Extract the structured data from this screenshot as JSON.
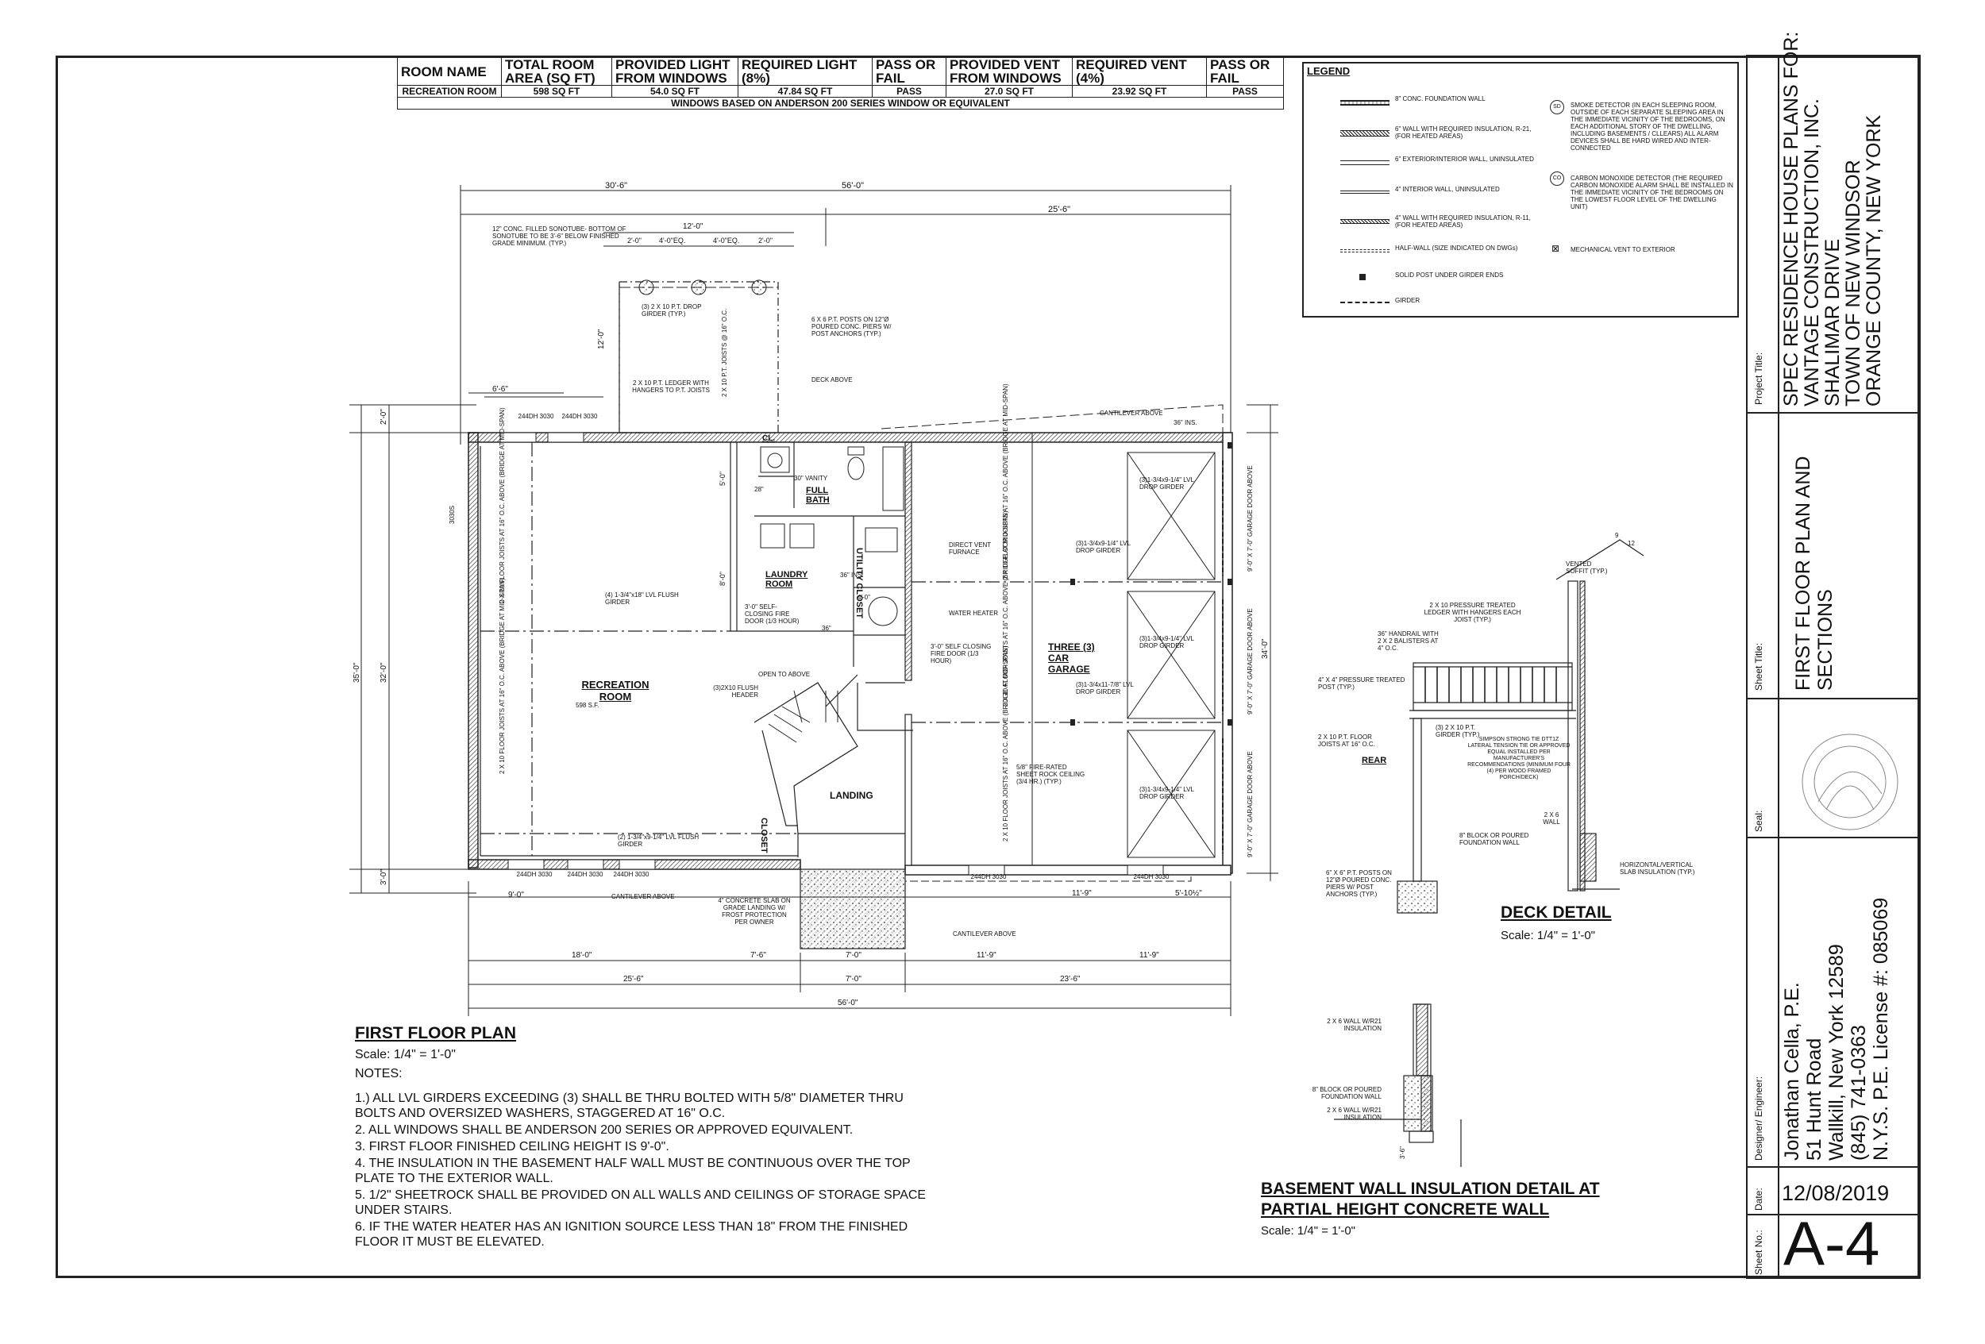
{
  "table": {
    "headers": [
      "ROOM NAME",
      "TOTAL ROOM AREA (SQ FT)",
      "PROVIDED LIGHT FROM WINDOWS",
      "REQUIRED LIGHT (8%)",
      "PASS OR FAIL",
      "PROVIDED VENT FROM WINDOWS",
      "REQUIRED VENT (4%)",
      "PASS OR FAIL"
    ],
    "row": [
      "RECREATION ROOM",
      "598 SQ FT",
      "54.0 SQ FT",
      "47.84 SQ FT",
      "PASS",
      "27.0 SQ FT",
      "23.92 SQ FT",
      "PASS"
    ],
    "note": "WINDOWS BASED ON ANDERSON 200 SERIES WINDOW OR EQUIVALENT"
  },
  "legend": {
    "title": "LEGEND",
    "items": [
      "8\" CONC. FOUNDATION WALL",
      "6\" WALL WITH REQUIRED INSULATION, R-21, (FOR HEATED AREAS)",
      "6\" EXTERIOR/INTERIOR WALL, UNINSULATED",
      "4\" INTERIOR WALL, UNINSULATED",
      "4\" WALL WITH REQUIRED INSULATION, R-11, (FOR HEATED AREAS)",
      "HALF-WALL (SIZE INDICATED ON DWGs)",
      "SOLID POST UNDER GIRDER ENDS",
      "GIRDER"
    ],
    "right_items": [
      {
        "code": "SD",
        "text": "SMOKE DETECTOR (IN EACH SLEEPING ROOM, OUTSIDE OF EACH SEPARATE SLEEPING AREA IN THE IMMEDIATE VICINITY OF THE BEDROOMS, ON EACH ADDITIONAL STORY OF THE DWELLING, INCLUDING BASEMENTS / CLLEARS) ALL ALARM DEVICES SHALL BE HARD WIRED AND INTER-CONNECTED"
      },
      {
        "code": "CO",
        "text": "CARBON MONOXIDE DETECTOR (THE REQUIRED CARBON MONOXIDE ALARM SHALL BE INSTALLED IN THE IMMEDIATE VICINITY OF THE BEDROOMS ON THE LOWEST FLOOR LEVEL OF THE DWELLING UNIT)"
      },
      {
        "code": "⊠",
        "text": "MECHANICAL VENT TO EXTERIOR"
      }
    ]
  },
  "plan": {
    "title": "FIRST FLOOR PLAN",
    "scale": "Scale: 1/4\" = 1'-0\"",
    "notes_title": "NOTES:",
    "notes": [
      "1.) ALL LVL GIRDERS EXCEEDING (3) SHALL BE THRU BOLTED WITH 5/8\" DIAMETER THRU BOLTS AND OVERSIZED WASHERS, STAGGERED AT 16\" O.C.",
      "2. ALL WINDOWS SHALL BE ANDERSON 200 SERIES OR APPROVED EQUIVALENT.",
      "3. FIRST FLOOR FINISHED CEILING HEIGHT IS 9'-0\".",
      "4. THE INSULATION IN THE BASEMENT HALF WALL MUST BE CONTINUOUS OVER THE TOP PLATE TO THE EXTERIOR WALL.",
      "5. 1/2\" SHEETROCK SHALL BE PROVIDED ON ALL WALLS AND CEILINGS OF STORAGE SPACE UNDER STAIRS.",
      "6. IF THE WATER HEATER HAS AN IGNITION SOURCE LESS THAN 18\" FROM THE FINISHED FLOOR IT MUST BE ELEVATED."
    ],
    "rooms": {
      "recreation": "RECREATION ROOM",
      "recreation_area": "598 S.F.",
      "garage": "THREE (3) CAR GARAGE",
      "landing": "LANDING",
      "laundry": "LAUNDRY ROOM",
      "bath": "FULL BATH",
      "utility": "UTILITY CLOSET",
      "closet": "CLOSET",
      "cl": "CL."
    },
    "dims": {
      "overall": "56'-0\"",
      "top_left": "30'-6\"",
      "top_right": "25'-6\"",
      "deck_width": "12'-0\"",
      "deck_a": "2'-0\"",
      "deck_b": "4'-0\"EQ.",
      "deck_c": "4'-0\"EQ.",
      "deck_d": "2'-0\"",
      "deck_depth": "12'-0\"",
      "left_offset": "6'-6\"",
      "depth_35": "35'-0\"",
      "depth_32": "32'-0\"",
      "depth_34": "34'-0\"",
      "two_ft": "2'-0\"",
      "three_ft": "3'-0\"",
      "bot_9": "9'-0\"",
      "bot_11_9": "11'-9\"",
      "bot_5_10": "5'-10½\"",
      "bot_18": "18'-0\"",
      "bot_7_6": "7'-6\"",
      "bot_7": "7'-0\"",
      "bot_11_9b": "11'-9\"",
      "bot_11_9c": "11'-9\"",
      "bot_25_6": "25'-6\"",
      "bot_7b": "7'-0\"",
      "bot_23_6": "23'-6\"",
      "bot_56": "56'-0\""
    },
    "windows": [
      "244DH 3030",
      "244DH 3030",
      "244DH 3030",
      "244DH 3030",
      "244DH 3030",
      "244DH 3030",
      "244DH 3030"
    ],
    "callouts": {
      "sonotube": "12\" CONC. FILLED SONOTUBE- BOTTOM OF SONOTUBE TO BE 3'-6\" BELOW FINISHED GRADE MINIMUM. (TYP.)",
      "drop_girder": "(3) 2 X 10 P.T. DROP GIRDER (TYP.)",
      "posts": "6 X 6 P.T. POSTS ON 12\"Ø POURED CONC. PIERS W/ POST ANCHORS (TYP.)",
      "ledger": "2 X 10 P.T. LEDGER WITH HANGERS TO P.T. JOISTS",
      "deck_joists": "2 X 10 P.T. JOISTS @ 16\" O.C.",
      "deck_above": "DECK ABOVE",
      "cantilever_above": "CANTILEVER ABOVE",
      "cantilever_above2": "CANTILEVER ABOVE",
      "cantilever_above3": "CANTILEVER ABOVE",
      "ins36": "36\" INS.",
      "vanity": "30\" VANITY",
      "furnace": "DIRECT VENT FURNACE",
      "water_heater": "WATER HEATER",
      "fire_door": "3'-0\" SELF- CLOSING FIRE DOOR (1/3 HOUR)",
      "fire_door2": "3'-0\" SELF CLOSING FIRE DOOR (1/3 HOUR)",
      "open_above": "OPEN TO ABOVE",
      "flush_header": "(3)2X10 FLUSH HEADER",
      "lvl_flush": "(4) 1-3/4\"x18\" LVL FLUSH GIRDER",
      "lvl_flush2": "(2) 1-3/4\"x9-1/4\" LVL FLUSH GIRDER",
      "floor_joists": "2 X 10 FLOOR JOISTS AT 16\" O.C. ABOVE (BRIDGE AT MID-SPAN)",
      "garage_drop1": "(3)1-3/4x9-1/4\" LVL DROP GIRDER",
      "garage_drop2": "(3)1-3/4x11-7/8\" LVL DROP GIRDER",
      "fire_ceiling": "5/8\" FIRE-RATED SHEET ROCK CEILING (3/4 HR.) (TYP.)",
      "garage_door": "9'-0\" X 7'-0\" GARAGE DOOR ABOVE",
      "slab": "4\" CONCRETE SLAB ON GRADE LANDING W/ FROST PROTECTION PER OWNER",
      "ins36b": "36\" INS.",
      "d28": "28\"",
      "d36": "36\"",
      "d5_0": "5'-0\"",
      "d8_0": "8'-0\"",
      "d4_0": "4'-0\"",
      "w3030": "3030S"
    }
  },
  "deck": {
    "title": "DECK DETAIL",
    "scale": "Scale: 1/4\" = 1'-0\"",
    "labels": {
      "soffit": "VENTED SOFFIT (TYP.)",
      "ledger": "2 X 10 PRESSURE TREATED LEDGER WITH HANGERS EACH JOIST (TYP.)",
      "handrail": "36\" HANDRAIL WITH 2 X 2 BALISTERS AT 4\" O.C.",
      "post": "4\" X 4\" PRESSURE TREATED POST (TYP.)",
      "girder": "(3) 2 X 10 P.T. GIRDER (TYP.)",
      "tie": "SIMPSON STRONG TIE DTT1Z LATERAL TENSION TIE OR APPROVED EQUAL INSTALLED PER MANUFACTURER'S RECOMMENDATIONS (MINIMUM FOUR (4) PER WOOD FRAMED PORCH/DECK)",
      "joists": "2 X 10 P.T. FLOOR JOISTS AT 16\" O.C.",
      "rear": "REAR",
      "wall26": "2 X 6 WALL",
      "block": "8\" BLOCK OR POURED FOUNDATION WALL",
      "slab_ins": "HORIZONTAL/VERTICAL SLAB INSULATION (TYP.)",
      "posts": "6\" X 6\" P.T. POSTS ON 12\"Ø POURED CONC. PIERS W/ POST ANCHORS (TYP.)",
      "pitch_a": "9",
      "pitch_b": "12"
    }
  },
  "basement": {
    "title_1": "BASEMENT WALL INSULATION DETAIL AT",
    "title_2": "PARTIAL HEIGHT CONCRETE WALL",
    "scale": "Scale: 1/4\" = 1'-0\"",
    "labels": {
      "wall_top": "2 X 6 WALL W/R21 INSULATION",
      "block": "8\" BLOCK OR POURED FOUNDATION WALL",
      "wall_bot": "2 X 6 WALL W/R21 INSULATION",
      "dim": "3'-6\""
    }
  },
  "titleblock": {
    "project_title_label": "Project Title:",
    "project_lines": [
      "SPEC RESIDENCE HOUSE PLANS FOR:",
      "VANTAGE CONSTRUCTION, INC.",
      "SHALIMAR DRIVE",
      "TOWN OF NEW WINDSOR",
      "ORANGE COUNTY, NEW YORK"
    ],
    "sheet_title_label": "Sheet Title:",
    "sheet_title": [
      "FIRST FLOOR PLAN AND",
      "SECTIONS"
    ],
    "seal_label": "Seal:",
    "designer_label": "Designer/ Engineer:",
    "designer_lines": [
      "Jonathan Cella, P.E.",
      "51 Hunt Road",
      "Wallkill, New York 12589",
      "(845) 741-0363",
      "N.Y.S. P.E. License #: 085069"
    ],
    "date_label": "Date:",
    "date": "12/08/2019",
    "sheet_no_label": "Sheet No.:",
    "sheet_no": "A-4"
  }
}
